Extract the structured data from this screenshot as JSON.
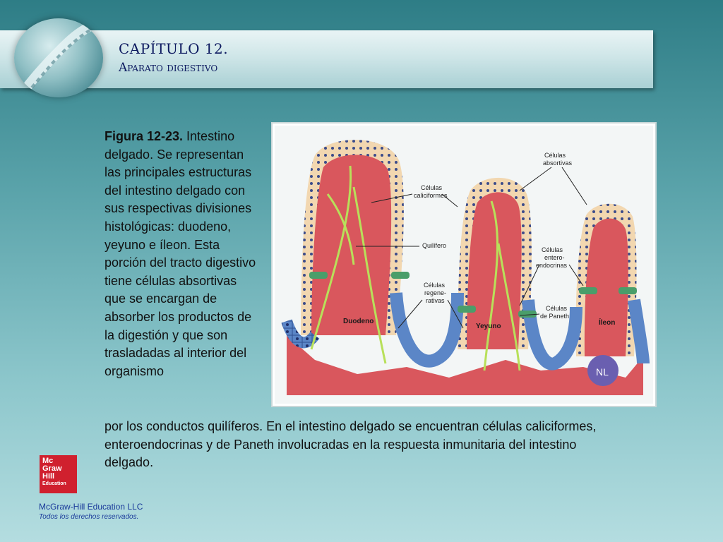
{
  "header": {
    "chapter": "CAPÍTULO 12.",
    "subtitle": "Aparato digestivo"
  },
  "figure": {
    "label": "Figura 12-23.",
    "caption_side": " Intestino delgado. Se representan las principales estructuras del intestino delgado con sus respectivas divisiones histológicas: duodeno, yeyuno e íleon. Esta porción del tracto digestivo tiene células absortivas que se encargan de absorber los productos de la digestión y que son trasladadas al interior del organismo",
    "caption_cont": "por los conductos quilíferos. En el intestino delgado se encuentran células caliciformes, enteroendocrinas y de Paneth involucradas en la respuesta inmunitaria del intestino delgado.",
    "labels": {
      "absortivas_1": "Células",
      "absortivas_2": "absortivas",
      "caliciformes_1": "Células",
      "caliciformes_2": "caliciformes",
      "quilifero": "Quilífero",
      "enteroendocrinas_1": "Células",
      "enteroendocrinas_2": "entero-",
      "enteroendocrinas_3": "endocrinas",
      "regenerativas_1": "Células",
      "regenerativas_2": "regene-",
      "regenerativas_3": "rativas",
      "paneth_1": "Células",
      "paneth_2": "de Paneth",
      "duodeno": "Duodeno",
      "yeyuno": "Yeyuno",
      "ileon": "Íleon",
      "nl": "NL"
    }
  },
  "publisher": {
    "logo_line1": "Mc",
    "logo_line2": "Graw",
    "logo_line3": "Hill",
    "logo_line4": "Education",
    "company": "McGraw-Hill Education LLC",
    "rights": "Todos los derechos reservados."
  }
}
